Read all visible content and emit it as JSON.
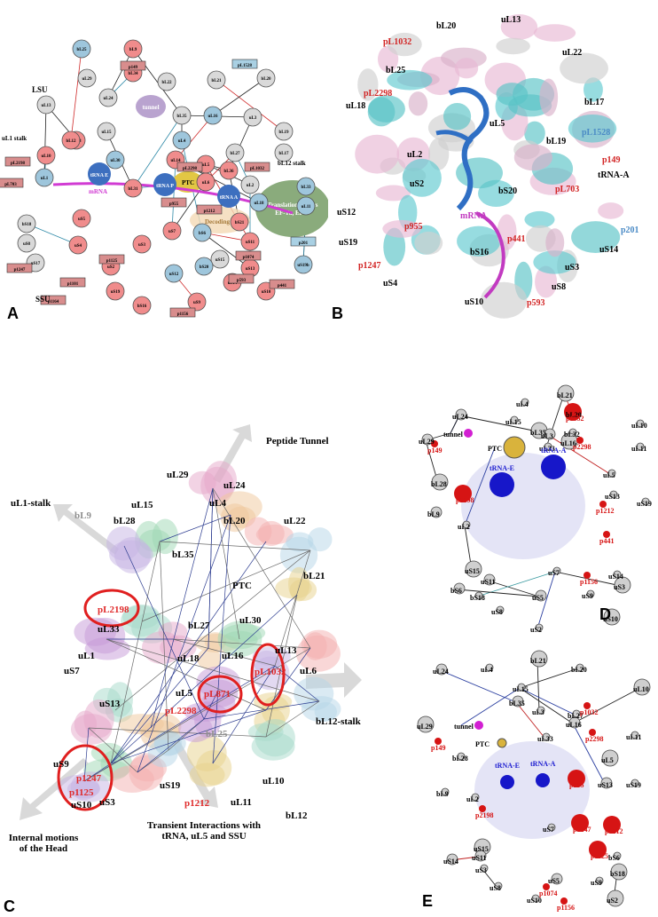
{
  "panels": {
    "A": {
      "label": "A",
      "region_lsu": "LSU",
      "region_ssu": "SSU",
      "l1_stalk": "uL1 stalk",
      "l12_stalk": "bL12 stalk",
      "tunnel": "tunnel",
      "trna_e": "tRNA E",
      "trna_p": "tRNA P",
      "trna_a": "tRNA A",
      "ptc": "PTC",
      "decoding": "Decoding",
      "mrna": "mRNA",
      "tf": "Translation factors",
      "tf2": "EF-Tu, EF-G",
      "lsu_nodes": [
        "bL25",
        "bL9",
        "uL29",
        "bL34",
        "uL24",
        "bL22",
        "bL21",
        "bL20",
        "uL13",
        "bL19",
        "uL15",
        "bL28",
        "bL35",
        "uL16",
        "uL3",
        "uL4",
        "bL27",
        "bL17",
        "uL14",
        "uL30",
        "uL5",
        "bL31",
        "bL36",
        "uL6",
        "uL2",
        "bL33",
        "uL18",
        "uL11",
        "uL10",
        "bL12",
        "uL1"
      ],
      "ssu_nodes": [
        "bS18",
        "uS8",
        "uS17",
        "uS4",
        "uS5",
        "uS2",
        "uS3",
        "uS7",
        "bS6",
        "uS15",
        "uS11",
        "uS13",
        "uS10",
        "uS14",
        "uS9",
        "uS12",
        "uS19",
        "bS16",
        "bS20",
        "bS21",
        "uS19b"
      ],
      "pathway_boxes": [
        "p149",
        "pL1528",
        "pL2198",
        "pL703",
        "pL2298",
        "pL1032",
        "p955",
        "p1212",
        "p1247",
        "p1101",
        "p1125",
        "p1156",
        "p593",
        "p441",
        "p201",
        "p1074",
        "p1164"
      ]
    },
    "B": {
      "label": "B",
      "labels_black": [
        "bL20",
        "uL13",
        "uL22",
        "bL25",
        "bL17",
        "uL18",
        "bL19",
        "uL5",
        "uL2",
        "tRNA-A",
        "bS20",
        "uS12",
        "uS19",
        "uS14",
        "bS16",
        "uS3",
        "uS8",
        "uS4",
        "uS10",
        "uS2"
      ],
      "labels_red": [
        "pL1032",
        "pL2298",
        "p149",
        "pL703",
        "p955",
        "p441",
        "p1247",
        "p593"
      ],
      "labels_blue": [
        "pL1528",
        "p201"
      ],
      "label_mrna": "mRNA"
    },
    "C": {
      "label": "C",
      "peptide_tunnel": "Peptide Tunnel",
      "l1_stalk": "uL1-stalk",
      "l12_stalk": "bL12-stalk",
      "head": "Internal motions of the Head",
      "transient": "Transient Interactions with tRNA, uL5 and SSU",
      "labels_black": [
        "uL29",
        "uL24",
        "uL4",
        "uL15",
        "bL28",
        "bL20",
        "uL22",
        "bL21",
        "bL35",
        "PTC",
        "uL1",
        "uL33",
        "bL27",
        "uL30",
        "uL13",
        "uL18",
        "uL16",
        "uL6",
        "uS7",
        "uL5",
        "uS13",
        "uS9",
        "uS19",
        "uS10",
        "uS3",
        "uL11",
        "uL10",
        "bL12"
      ],
      "labels_grey": [
        "bL9",
        "bL25"
      ],
      "labels_red": [
        "pL2198",
        "pL871",
        "pL1032",
        "pL2298",
        "p1247",
        "p1125",
        "p1212"
      ]
    },
    "D": {
      "label": "D",
      "labels_black": [
        "bL21",
        "uL4",
        "bL20",
        "uL24",
        "uL15",
        "bL35",
        "uL3",
        "bL32",
        "uL10",
        "uL29",
        "uL16",
        "uL11",
        "PTC",
        "uL33",
        "uL5",
        "bL28",
        "uS13",
        "uS19",
        "bL9",
        "uL2",
        "uS15",
        "uS11",
        "uS7",
        "uS14",
        "bS6",
        "uS3",
        "bS18",
        "uS5",
        "uS9",
        "uS8",
        "uS10",
        "uS2",
        "tunnel"
      ],
      "labels_red": [
        "p1032",
        "p2298",
        "p149",
        "p2198",
        "p1212",
        "p441",
        "p1156"
      ],
      "labels_blue": [
        "tRNA-A",
        "tRNA-E"
      ]
    },
    "E": {
      "label": "E",
      "labels_black": [
        "bL21",
        "uL4",
        "bL20",
        "uL24",
        "uL15",
        "uL10",
        "bL35",
        "uL3",
        "bL27",
        "uL16",
        "uL29",
        "uL11",
        "PTC",
        "uL33",
        "bL28",
        "uL5",
        "bL9",
        "uL2",
        "uS13",
        "uS19",
        "uS15",
        "uS11",
        "uS7",
        "bS6",
        "uS14",
        "bS18",
        "uS3",
        "uS5",
        "uS9",
        "uS8",
        "uS2",
        "uS10",
        "tunnel"
      ],
      "labels_red": [
        "p1032",
        "p2298",
        "p149",
        "p2198",
        "p955",
        "p1212",
        "p1247",
        "p1125",
        "p1074",
        "p1156"
      ],
      "labels_blue": [
        "tRNA-A",
        "tRNA-E"
      ]
    }
  }
}
